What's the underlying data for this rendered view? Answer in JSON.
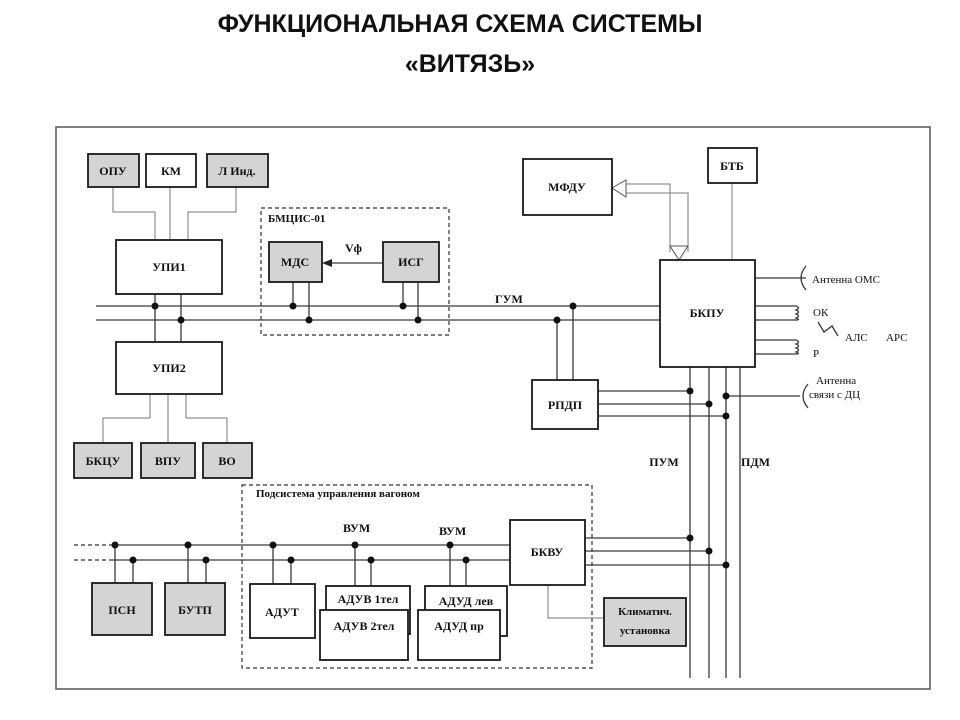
{
  "title": {
    "line1": "ФУНКЦИОНАЛЬНАЯ СХЕМА СИСТЕМЫ",
    "line2": "«ВИТЯЗЬ»"
  },
  "blocks": {
    "opu": "ОПУ",
    "km": "КМ",
    "l_ind": "Л Инд.",
    "upi1": "УПИ1",
    "upi2": "УПИ2",
    "bkcu": "БКЦУ",
    "vpu": "ВПУ",
    "vo": "ВО",
    "bmcis_group": "БМЦИС-01",
    "mds": "МДС",
    "isg": "ИСГ",
    "vf": "Vф",
    "mfdu": "МФДУ",
    "btb": "БТБ",
    "bkpu": "БКПУ",
    "rpdp": "РПДП",
    "gum": "ГУМ",
    "pum": "ПУМ",
    "pdm": "ПДМ",
    "wagon_group": "Подсистема управления вагоном",
    "vum1": "ВУМ",
    "vum2": "ВУМ",
    "bkvu": "БКВУ",
    "psn": "ПСН",
    "butp": "БУТП",
    "adut": "АДУТ",
    "aduv1": "АДУВ 1тел",
    "aduv2": "АДУВ 2тел",
    "adud_lev": "АДУД лев",
    "adud_pr": "АДУД пр",
    "klimat_1": "Климатич.",
    "klimat_2": "установка"
  },
  "antennas": {
    "oms": "Антенна ОМС",
    "ok": "ОК",
    "als": "АЛС",
    "ars": "АРС",
    "r": "Р",
    "dc_1": "Антенна",
    "dc_2": "связи с ДЦ"
  },
  "colors": {
    "gray_block": "#d4d4d4",
    "white_block": "#ffffff",
    "line": "#3a3a3a"
  }
}
